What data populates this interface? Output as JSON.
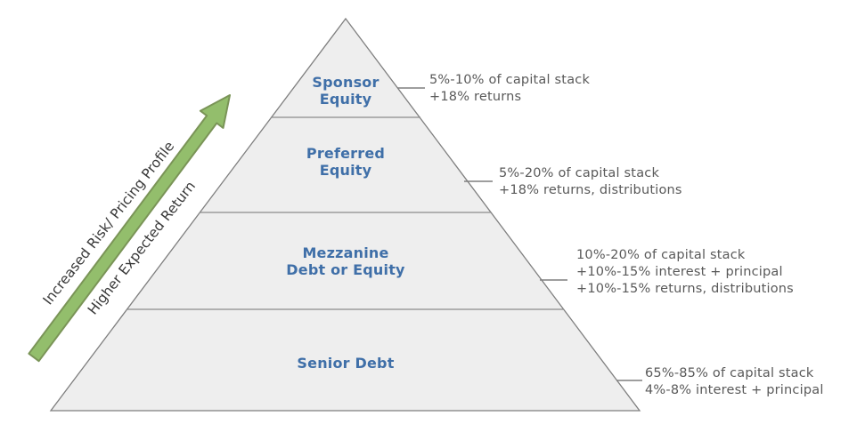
{
  "risk_arrow": {
    "label_top": "Increased Risk/ Pricing Profile",
    "label_bottom": "Higher Expected Return"
  },
  "pyramid": {
    "tiers": [
      {
        "name": "Sponsor Equity",
        "label": "Sponsor\nEquity",
        "annotation": "5%-10% of capital stack\n+18% returns"
      },
      {
        "name": "Preferred Equity",
        "label": "Preferred\nEquity",
        "annotation": "5%-20% of capital stack\n+18% returns, distributions"
      },
      {
        "name": "Mezzanine Debt or Equity",
        "label": "Mezzanine\nDebt or Equity",
        "annotation": "10%-20% of capital stack\n+10%-15% interest + principal\n+10%-15% returns, distributions"
      },
      {
        "name": "Senior Debt",
        "label": "Senior Debt",
        "annotation": "65%-85% of capital stack\n4%-8% interest + principal"
      }
    ]
  },
  "colors": {
    "tier_fill": "#eeeeee",
    "tier_border": "#7f7f7f",
    "tier_label_text": "#3f6fa8",
    "annotation_text": "#595959",
    "arrow_fill": "#93be6c",
    "arrow_border": "#7a9457",
    "arrow_label_text": "#383838"
  }
}
